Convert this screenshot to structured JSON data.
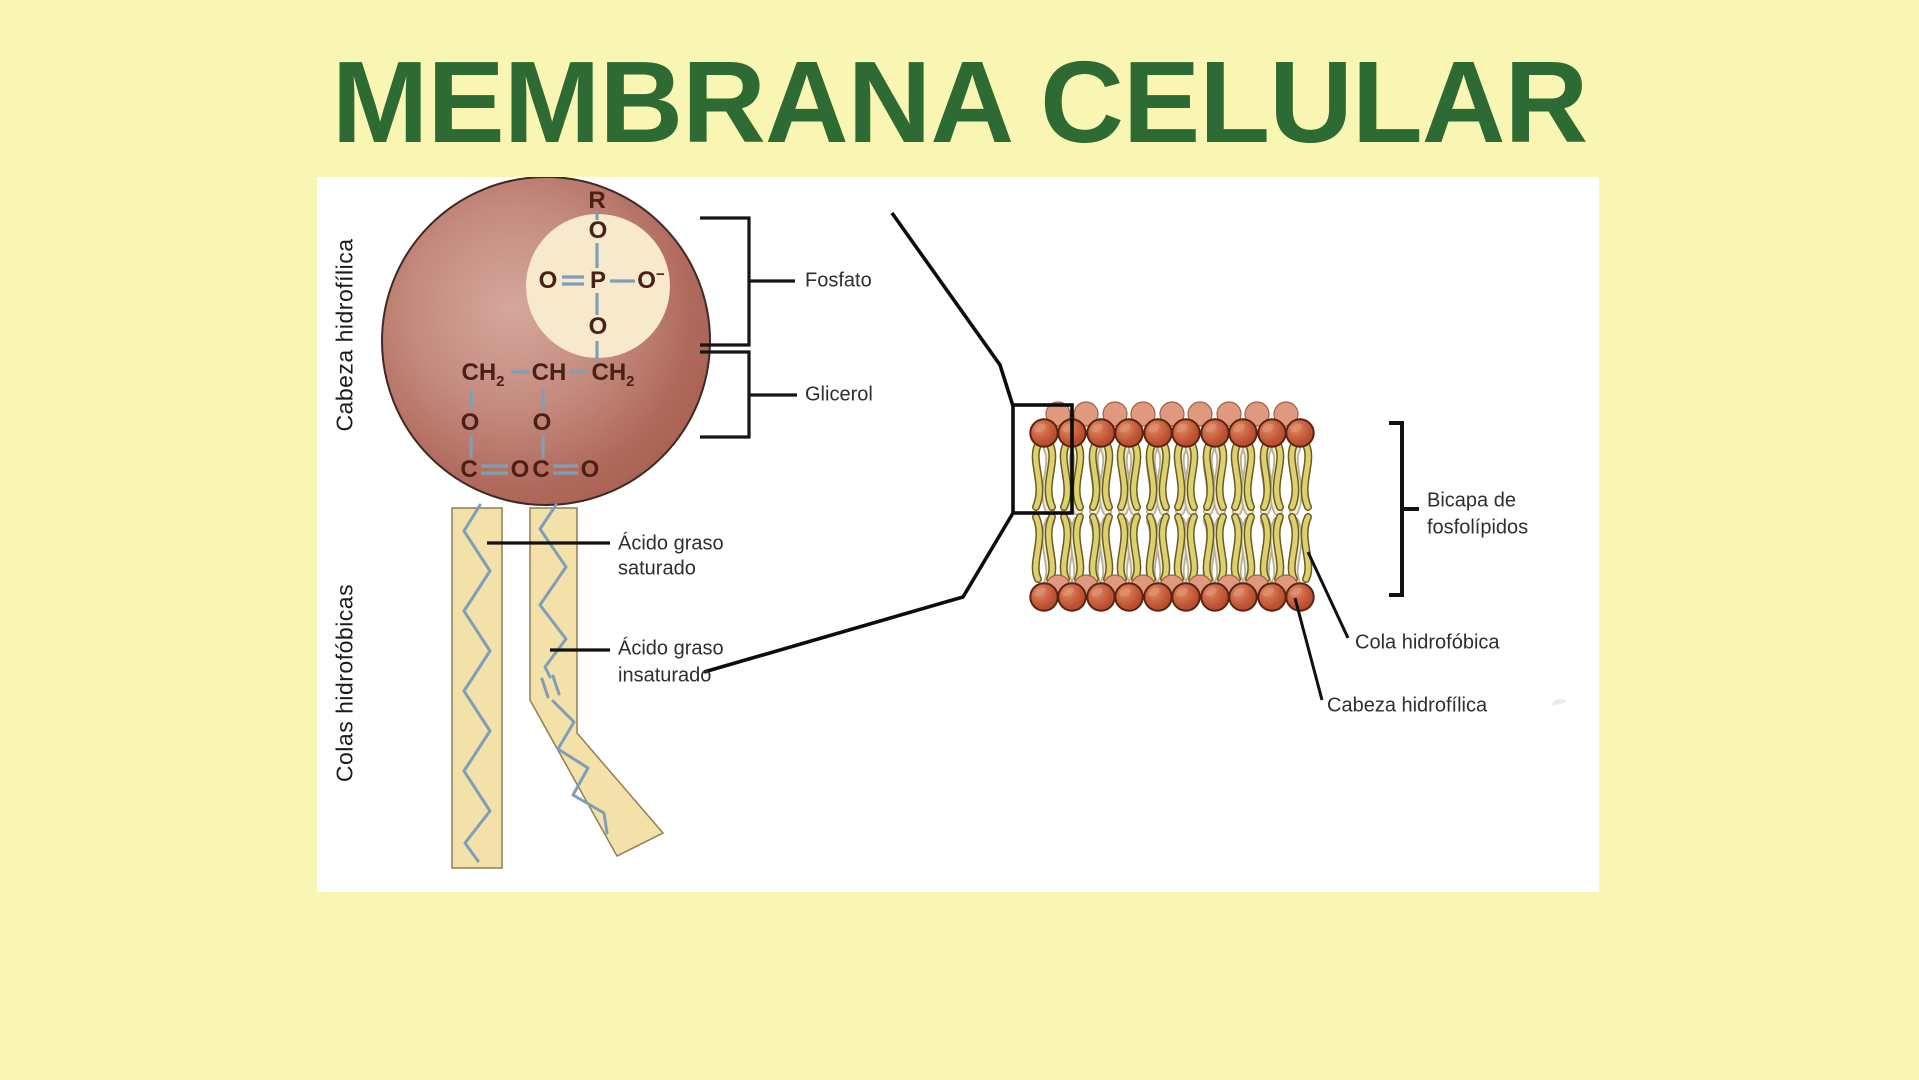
{
  "title": "MEMBRANA CELULAR",
  "colors": {
    "background": "#f8f6b2",
    "title": "#2e6a33",
    "sphere": "#bf7265",
    "phosphate_circle": "#f6e9cc",
    "bond": "#7f9fb8",
    "formula_text": "#4a2017",
    "tail_band": "#f3e1a9",
    "bilayer_head": "#c4593a",
    "bilayer_head_back": "#e0997f",
    "bilayer_tail": "#ddd06e",
    "bilayer_tail_back": "#f0ead6"
  },
  "left_diagram": {
    "side_label_head": "Cabeza hidrofílica",
    "side_label_tails": "Colas hidrofóbicas",
    "formula": {
      "r": "R",
      "o": "O",
      "p": "P",
      "c": "C",
      "ch": "CH",
      "sub2": "2",
      "minus": "−"
    },
    "bracket_labels": {
      "fosfato": "Fosfato",
      "glicerol": "Glicerol"
    },
    "tail_labels": {
      "saturated": [
        "Ácido graso",
        "saturado"
      ],
      "unsaturated": [
        "Ácido graso",
        "insaturado"
      ]
    }
  },
  "right_diagram": {
    "bilayer_label": [
      "Bicapa de",
      "fosfolípidos"
    ],
    "tail_label": "Cola hidrofóbica",
    "head_label": "Cabeza hidrofílica"
  }
}
